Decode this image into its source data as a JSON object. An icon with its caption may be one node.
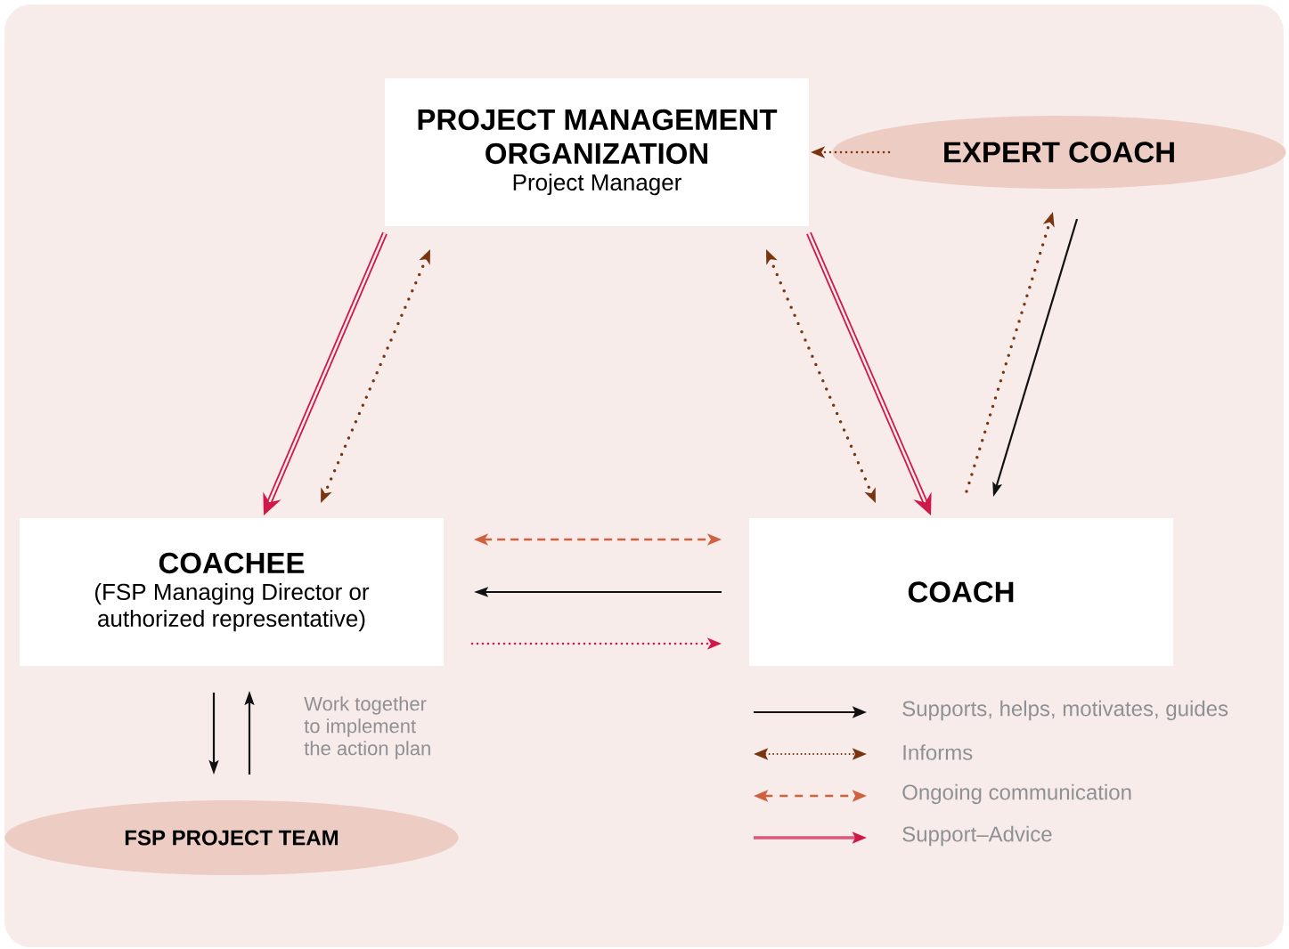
{
  "diagram": {
    "nodes": [
      {
        "text": [
          "PROJECT MANAGEMENT ORGANIZATION",
          "Project Manager"
        ]
      },
      {
        "text": [
          "EXPERT COACH"
        ]
      },
      {
        "text": [
          "COACHEE",
          "(FSP Managing Director or authorized representative)"
        ]
      },
      {
        "text": [
          "COACH"
        ]
      },
      {
        "text": [
          "FSP PROJECT TEAM"
        ]
      }
    ],
    "edges": [
      {
        "from": 1,
        "to": 0,
        "arrow": "to",
        "style": "dashed",
        "color": "#7a3510"
      },
      {
        "from": 0,
        "to": 2,
        "arrow": "to",
        "style": "thick",
        "color": "#d0184a"
      },
      {
        "from": 0,
        "to": 2,
        "arrow": "both",
        "style": "dashed",
        "color": "#7a3510"
      },
      {
        "from": 0,
        "to": 3,
        "arrow": "both",
        "style": "dashed",
        "color": "#7a3510"
      },
      {
        "from": 0,
        "to": 3,
        "arrow": "to",
        "style": "thick",
        "color": "#d0184a"
      },
      {
        "from": 3,
        "to": 1,
        "arrow": "to",
        "style": "dashed",
        "color": "#7a3510"
      },
      {
        "from": 1,
        "to": 3,
        "arrow": "to",
        "color": "#111111"
      },
      {
        "from": 2,
        "to": 3,
        "arrow": "both",
        "style": "dashed",
        "color": "#d0603e"
      },
      {
        "from": 3,
        "to": 2,
        "arrow": "to",
        "color": "#111111"
      },
      {
        "from": 2,
        "to": 3,
        "arrow": "to",
        "style": "dashed",
        "color": "#d0184a"
      },
      {
        "from": 2,
        "to": 4,
        "arrow": "to",
        "color": "#111111"
      },
      {
        "from": 4,
        "to": 2,
        "arrow": "to",
        "color": "#111111"
      }
    ],
    "labels": [
      "Work together to implement the action plan"
    ],
    "legend": [
      {
        "text": "Supports, helps, motivates, guides"
      },
      {
        "text": "Informs"
      },
      {
        "text": "Ongoing communication"
      },
      {
        "text": "Support–Advice"
      }
    ]
  }
}
